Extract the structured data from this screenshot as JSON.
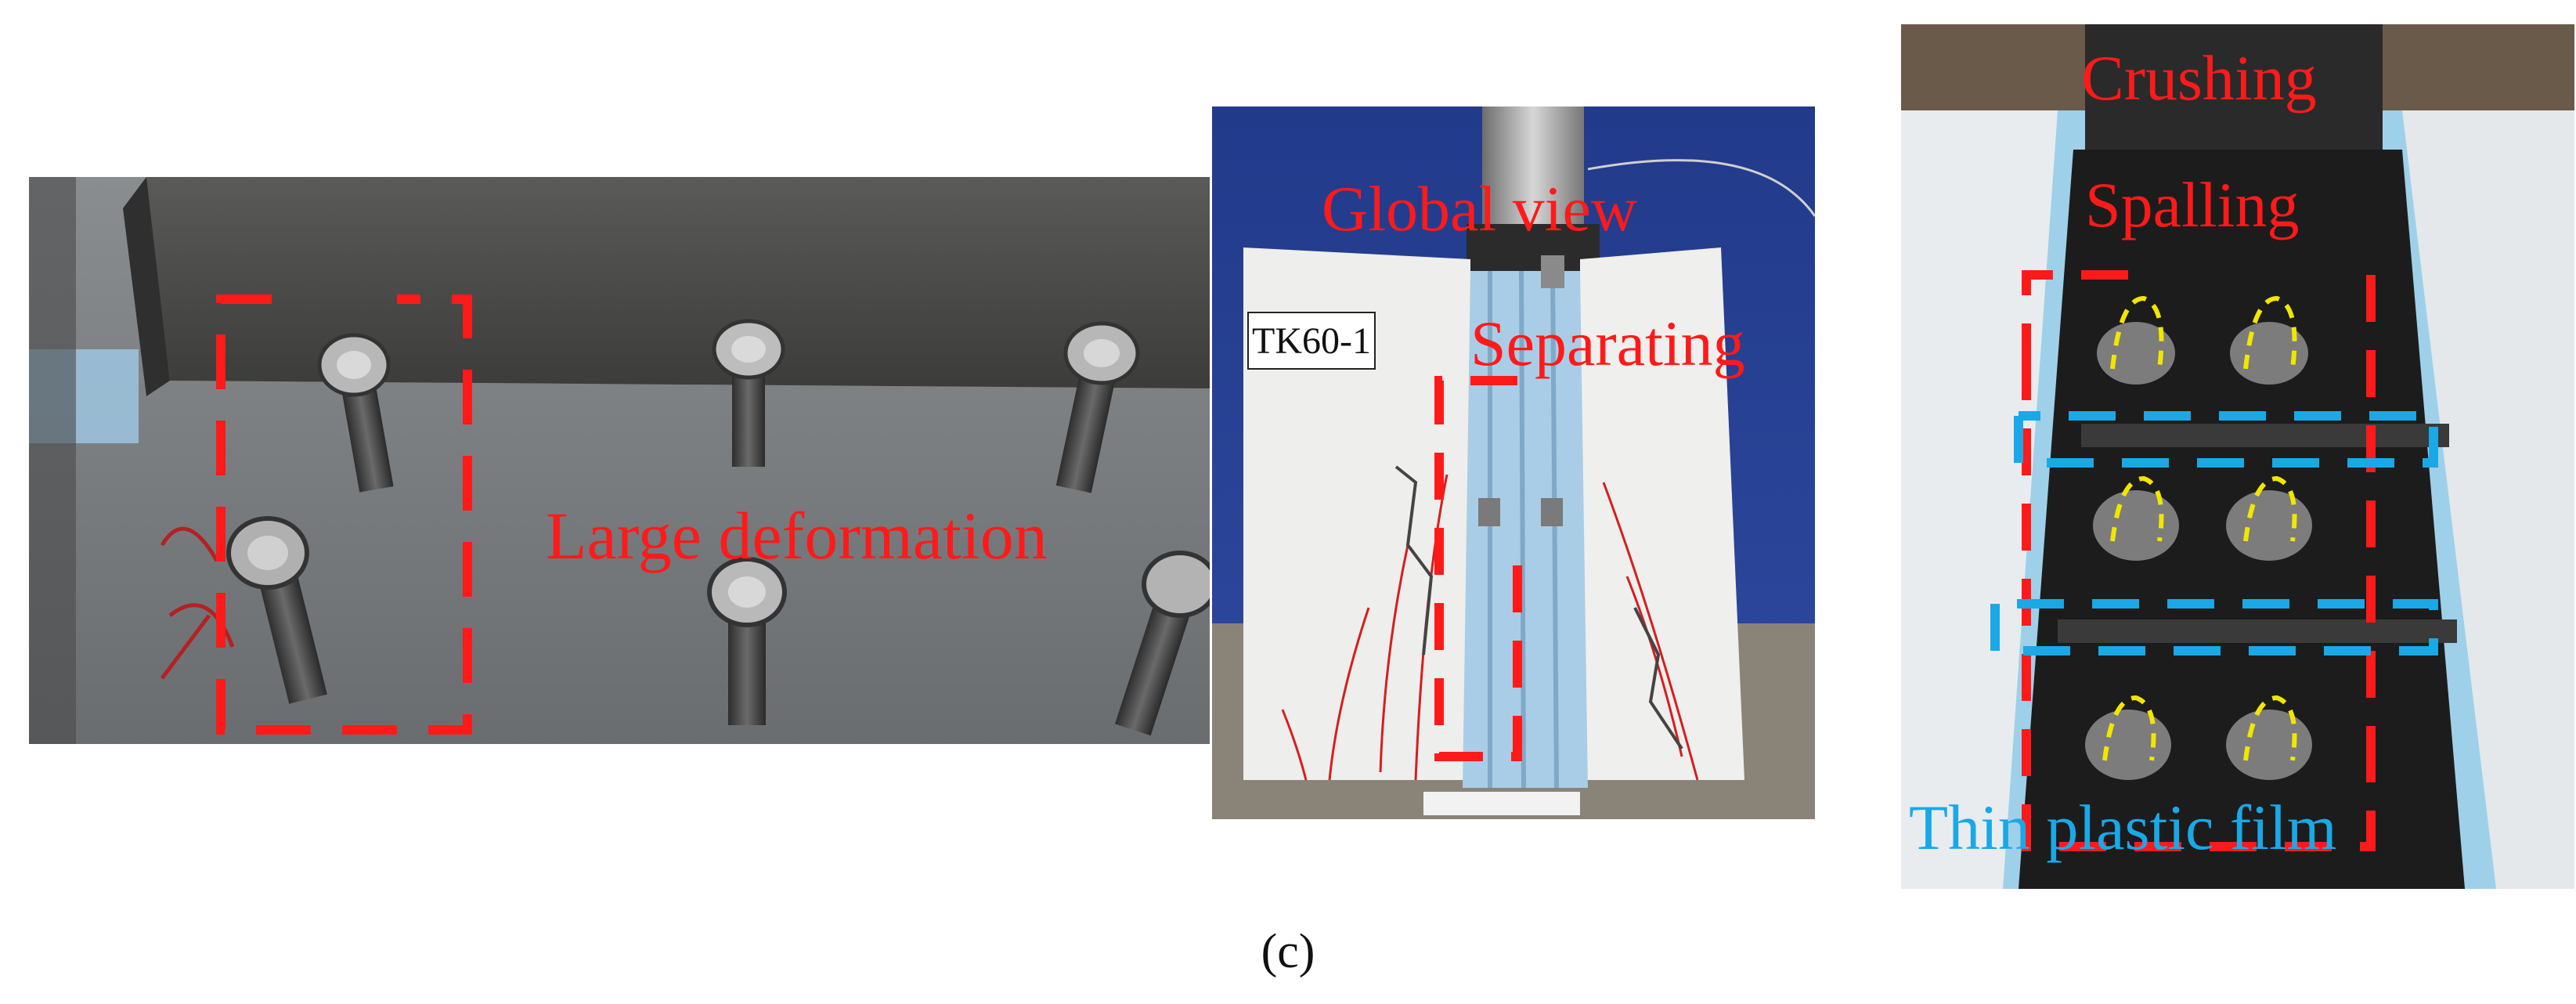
{
  "panel_a": {
    "label_large_deformation": "Large deformation",
    "colors": {
      "annotation": "#ff1a1a"
    }
  },
  "panel_b": {
    "label_global_view": "Global view",
    "label_separating": "Separating",
    "specimen_tag": "TK60-1",
    "colors": {
      "annotation": "#ff1a1a",
      "steel_deck": "#a9cde6"
    }
  },
  "panel_c": {
    "label_crushing": "Crushing",
    "label_spalling": "Spalling",
    "label_thin_plastic_film": "Thin plastic film",
    "colors": {
      "red_annotation": "#ff1a1a",
      "blue_annotation": "#1aa8e6",
      "yellow_marks": "#f2e600"
    }
  },
  "caption": "(c)"
}
